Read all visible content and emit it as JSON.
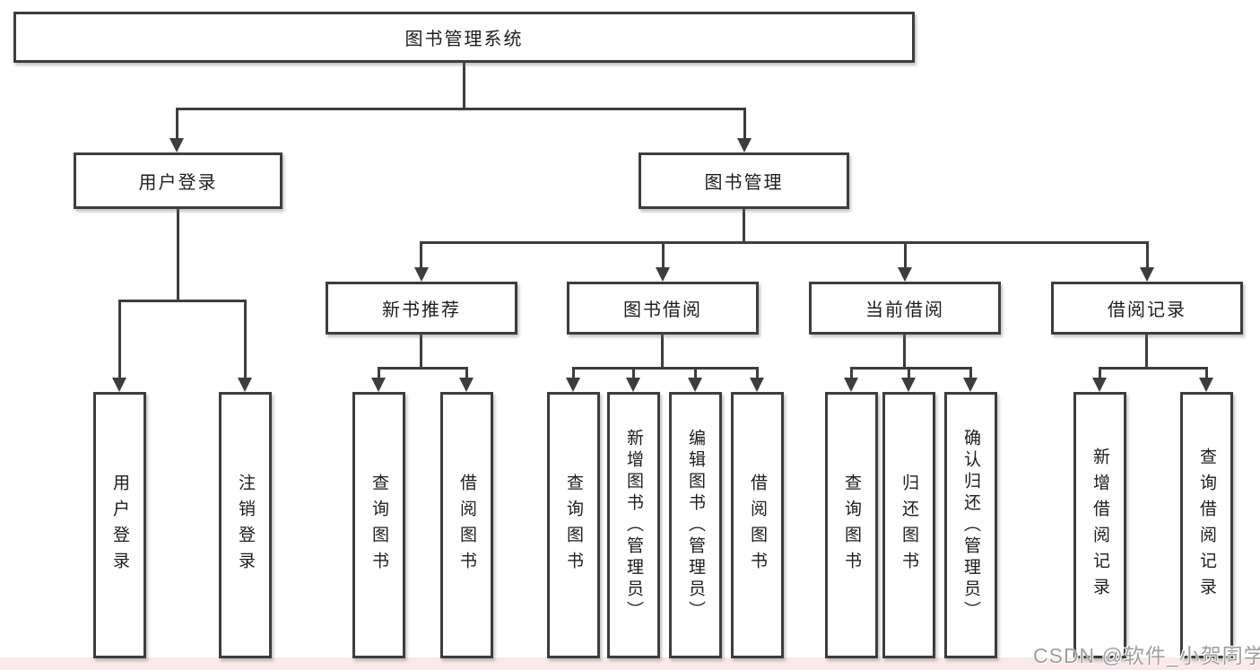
{
  "diagram": {
    "root": {
      "label": "图书管理系统"
    },
    "branches": [
      {
        "label": "用户登录",
        "children": [
          {
            "label": "用户登录"
          },
          {
            "label": "注销登录"
          }
        ]
      },
      {
        "label": "图书管理",
        "children": [
          {
            "label": "新书推荐",
            "children": [
              {
                "label": "查询图书"
              },
              {
                "label": "借阅图书"
              }
            ]
          },
          {
            "label": "图书借阅",
            "children": [
              {
                "label": "查询图书"
              },
              {
                "label": "新增图书（管理员）"
              },
              {
                "label": "编辑图书（管理员）"
              },
              {
                "label": "借阅图书"
              }
            ]
          },
          {
            "label": "当前借阅",
            "children": [
              {
                "label": "查询图书"
              },
              {
                "label": "归还图书"
              },
              {
                "label": "确认归还（管理员）"
              }
            ]
          },
          {
            "label": "借阅记录",
            "children": [
              {
                "label": "新增借阅记录"
              },
              {
                "label": "查询借阅记录"
              }
            ]
          }
        ]
      }
    ]
  },
  "watermark": {
    "text": "CSDN @软件_小贺同学"
  },
  "colors": {
    "line": "#3d3d3d",
    "text": "#1d1d1d",
    "background": "#ffffff",
    "footer_tint": "#fbe9e9",
    "watermark_gray": "#9e9e9e"
  }
}
